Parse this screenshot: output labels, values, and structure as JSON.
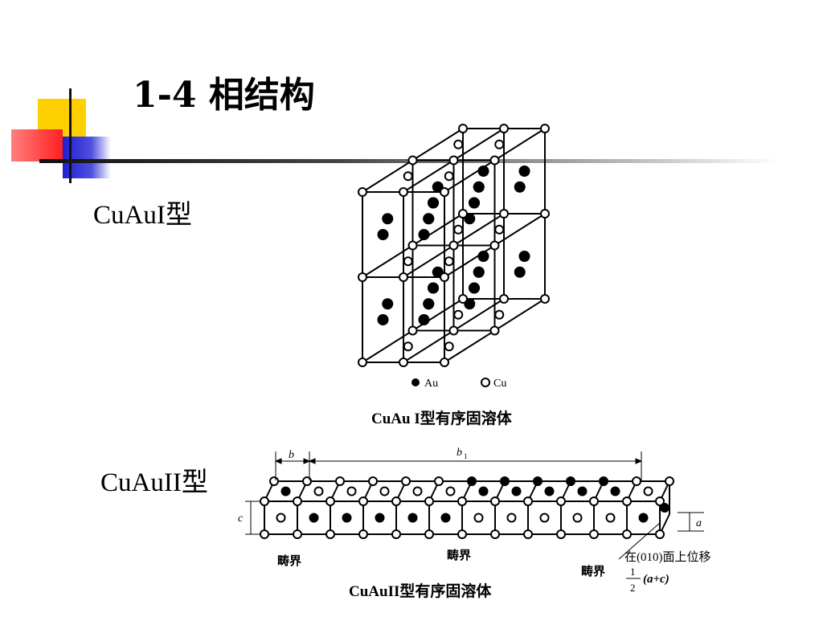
{
  "slide": {
    "title": "1-4 相结构",
    "label_type1": "CuAuI型",
    "label_type2": "CuAuII型"
  },
  "figure1": {
    "legend_au": "Au",
    "legend_cu": "Cu",
    "caption": "CuAu I型有序固溶体"
  },
  "figure2": {
    "dim_b": "b",
    "dim_b1": "b",
    "dim_b1_sub": "1",
    "dim_c": "c",
    "dim_a": "a",
    "boundary_left": "畴界",
    "boundary_mid": "畴界",
    "boundary_right": "畴界",
    "shift_note": "在(010)面上位移",
    "frac_num": "1",
    "frac_den": "2",
    "shift_vector": "(a+c)",
    "caption": "CuAuII型有序固溶体"
  },
  "colors": {
    "deco_yellow": "#ffd000",
    "deco_red": "#ff3030",
    "deco_blue": "#2020d0"
  }
}
